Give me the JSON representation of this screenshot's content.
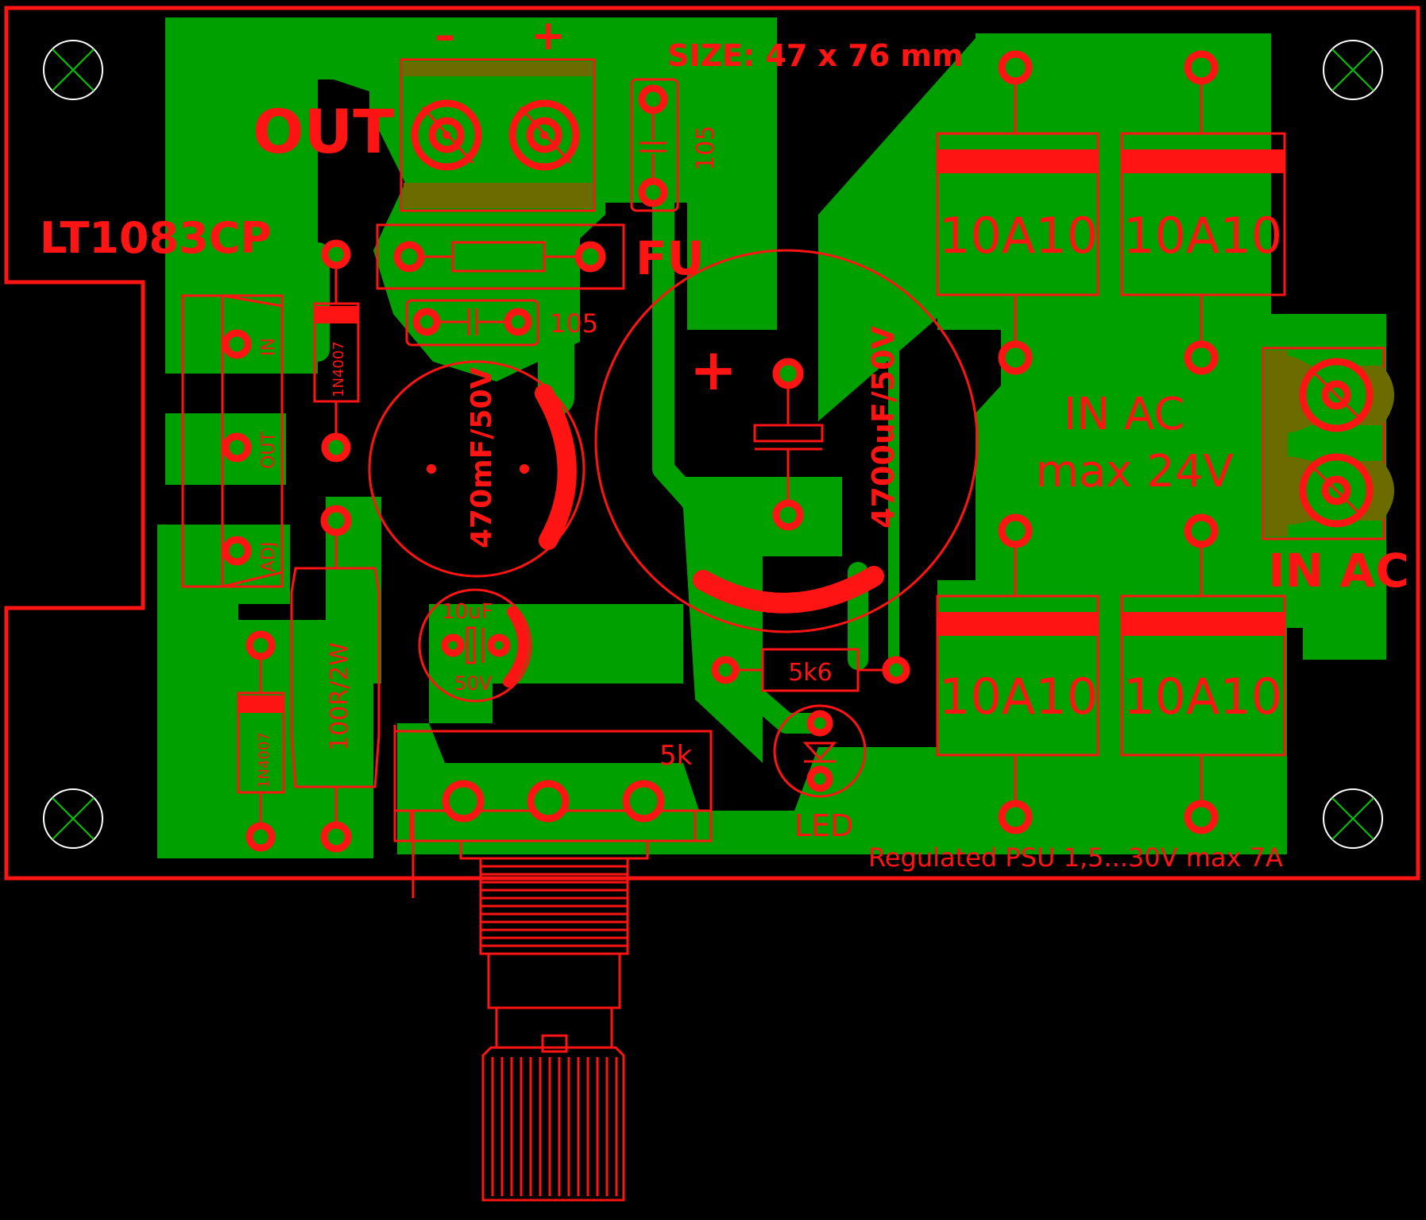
{
  "labels": {
    "size": "SIZE: 47 x 76 mm",
    "out": "OUT",
    "minus": "–",
    "plus": "+",
    "chip": "LT1083CP",
    "fuse": "FU",
    "cap_105_top": "105",
    "cap_105_mid": "105",
    "pin_in": "IN",
    "pin_out": "OUT",
    "pin_adj": "ADJ",
    "diode_top": "1N4007",
    "diode_bottom": "1N4007",
    "cap_470": "470mF/50V",
    "cap_4700": "4700uF/50V",
    "cap_plus": "+",
    "cap_10uf_a": "10uF",
    "cap_10uf_b": "50V",
    "resistor_100r": "100R/2W",
    "resistor_5k6": "5k6",
    "pot_5k": "5k",
    "led": "LED",
    "rect_1": "10A10",
    "rect_2": "10A10",
    "rect_3": "10A10",
    "rect_4": "10A10",
    "in_ac_main_1": "IN AC",
    "in_ac_main_2": "max 24V",
    "in_ac_side": "IN AC",
    "footer": "Regulated PSU 1,5...30V  max 7A"
  },
  "colors": {
    "background": "#000000",
    "copper": "#00a000",
    "silkscreen": "#ff1414",
    "mounting_hole": "#00c800"
  },
  "icons": [
    "mounting-hole-icon",
    "capacitor-symbol-icon",
    "diode-symbol-icon",
    "led-symbol-icon",
    "potentiometer-knob-icon"
  ]
}
